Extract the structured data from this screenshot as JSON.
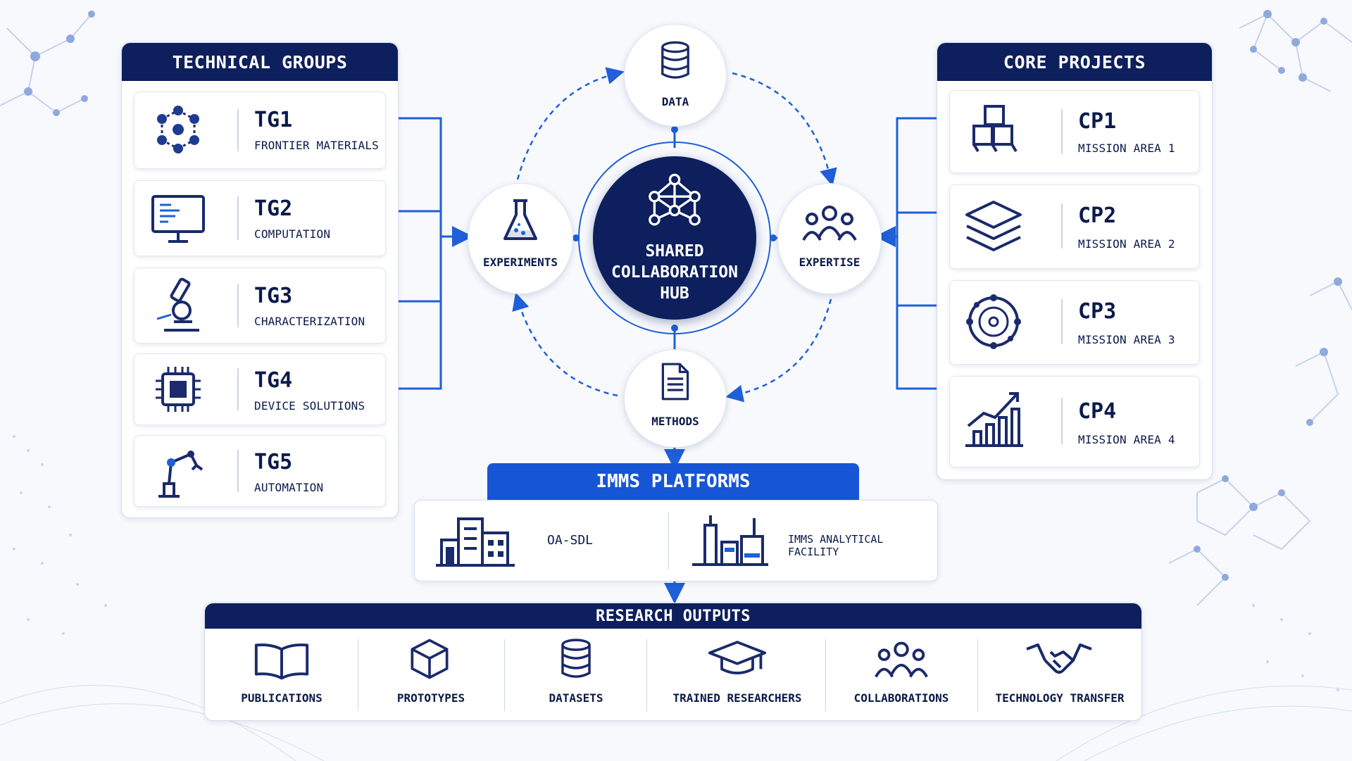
{
  "technical_groups": {
    "title": "TECHNICAL GROUPS",
    "items": [
      {
        "code": "TG1",
        "name": "FRONTIER MATERIALS",
        "icon": "molecule-icon"
      },
      {
        "code": "TG2",
        "name": "COMPUTATION",
        "icon": "monitor-code-icon"
      },
      {
        "code": "TG3",
        "name": "CHARACTERIZATION",
        "icon": "microscope-icon"
      },
      {
        "code": "TG4",
        "name": "DEVICE SOLUTIONS",
        "icon": "chip-icon"
      },
      {
        "code": "TG5",
        "name": "AUTOMATION",
        "icon": "robot-arm-icon"
      }
    ]
  },
  "core_projects": {
    "title": "CORE PROJECTS",
    "items": [
      {
        "code": "CP1",
        "name": "MISSION AREA 1",
        "icon": "cubes-icon"
      },
      {
        "code": "CP2",
        "name": "MISSION AREA 2",
        "icon": "layers-icon"
      },
      {
        "code": "CP3",
        "name": "MISSION AREA 3",
        "icon": "atom-orbit-icon"
      },
      {
        "code": "CP4",
        "name": "MISSION AREA 4",
        "icon": "growth-chart-icon"
      }
    ]
  },
  "hub": {
    "title": "SHARED COLLABORATION HUB",
    "lines": [
      "SHARED",
      "COLLABORATION",
      "HUB"
    ],
    "nodes": {
      "data": "DATA",
      "experiments": "EXPERIMENTS",
      "expertise": "EXPERTISE",
      "methods": "METHODS"
    }
  },
  "platforms": {
    "title": "IMMS PLATFORMS",
    "items": [
      {
        "name": "OA-SDL",
        "icon": "building-icon"
      },
      {
        "name": "IMMS ANALYTICAL FACILITY",
        "icon": "lab-facility-icon"
      }
    ]
  },
  "outputs": {
    "title": "RESEARCH OUTPUTS",
    "items": [
      {
        "name": "PUBLICATIONS",
        "icon": "book-icon"
      },
      {
        "name": "PROTOTYPES",
        "icon": "cube-icon"
      },
      {
        "name": "DATASETS",
        "icon": "database-icon"
      },
      {
        "name": "TRAINED RESEARCHERS",
        "icon": "graduation-cap-icon"
      },
      {
        "name": "COLLABORATIONS",
        "icon": "people-icon"
      },
      {
        "name": "TECHNOLOGY TRANSFER",
        "icon": "handshake-icon"
      }
    ]
  },
  "colors": {
    "navy": "#0d1f5c",
    "accent_blue": "#1655d6",
    "line_blue": "#1f5fd8"
  }
}
